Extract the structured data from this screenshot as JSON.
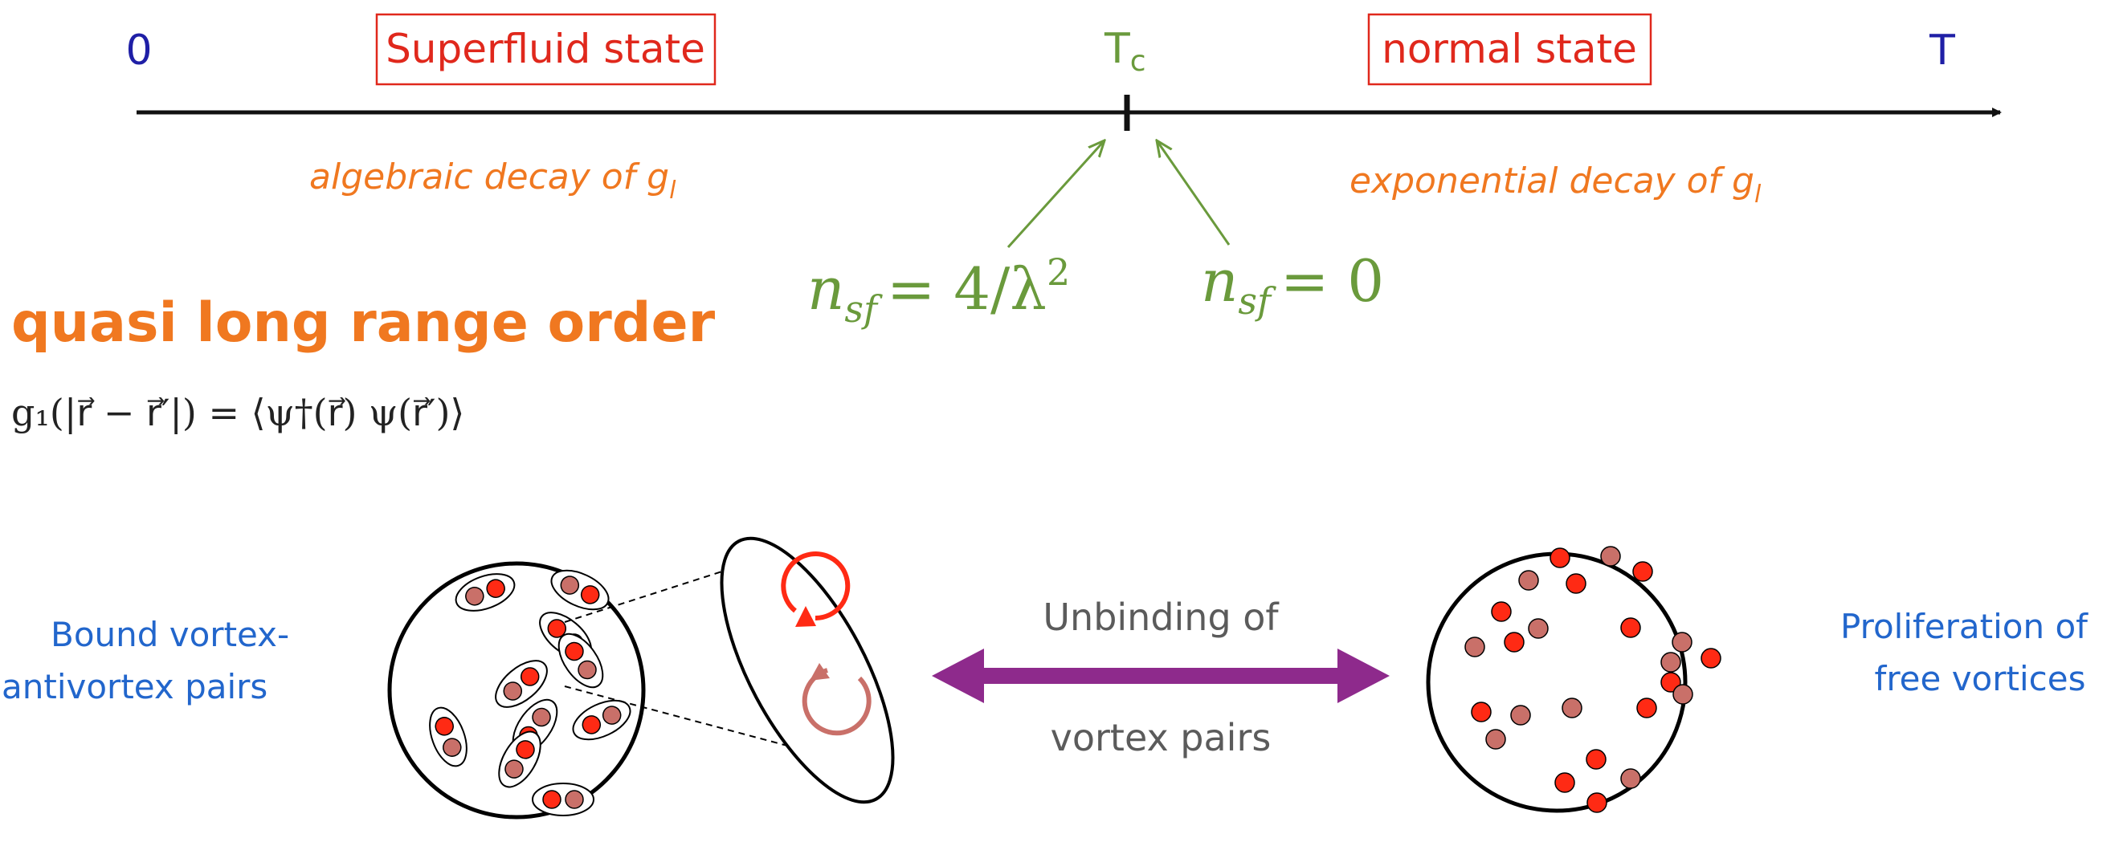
{
  "axis": {
    "label_zero": "0",
    "label_tc_main": "T",
    "label_tc_sub": "c",
    "label_t": "T"
  },
  "phases": {
    "superfluid": "Superfluid state",
    "normal": "normal state"
  },
  "decay": {
    "algebraic": "algebraic decay of g",
    "algebraic_sub": "l",
    "exponential": "exponential decay of g",
    "exponential_sub": "l"
  },
  "superfluid_density": {
    "below_tc_base": "n",
    "below_tc_sub": "sf",
    "below_tc_rhs": "= 4/λ",
    "below_tc_exp": "2",
    "at_tc_base": "n",
    "at_tc_sub": "sf",
    "at_tc_rhs": "= 0"
  },
  "order": {
    "heading": "quasi long range order",
    "formula": "g₁(|r⃗ − r⃗′|) = ⟨ψ†(r⃗) ψ(r⃗′)⟩"
  },
  "transition": {
    "label_top": "Unbinding of",
    "label_bottom": "vortex pairs"
  },
  "left_caption": {
    "line1": "Bound vortex-",
    "line2": "antivortex pairs"
  },
  "right_caption": {
    "line1": "Proliferation of",
    "line2": "free vortices"
  },
  "colors": {
    "axis_labels": "#1f1fa6",
    "phase_labels": "#e0281c",
    "decay_text": "#f07820",
    "heading": "#f07820",
    "green": "#6a9a3c",
    "caption_blue": "#2266cc",
    "vortex": "#ff2a14",
    "antivortex": "#c97069",
    "arrow": "#8e2a8c",
    "gray_text": "#5b5b5b"
  }
}
